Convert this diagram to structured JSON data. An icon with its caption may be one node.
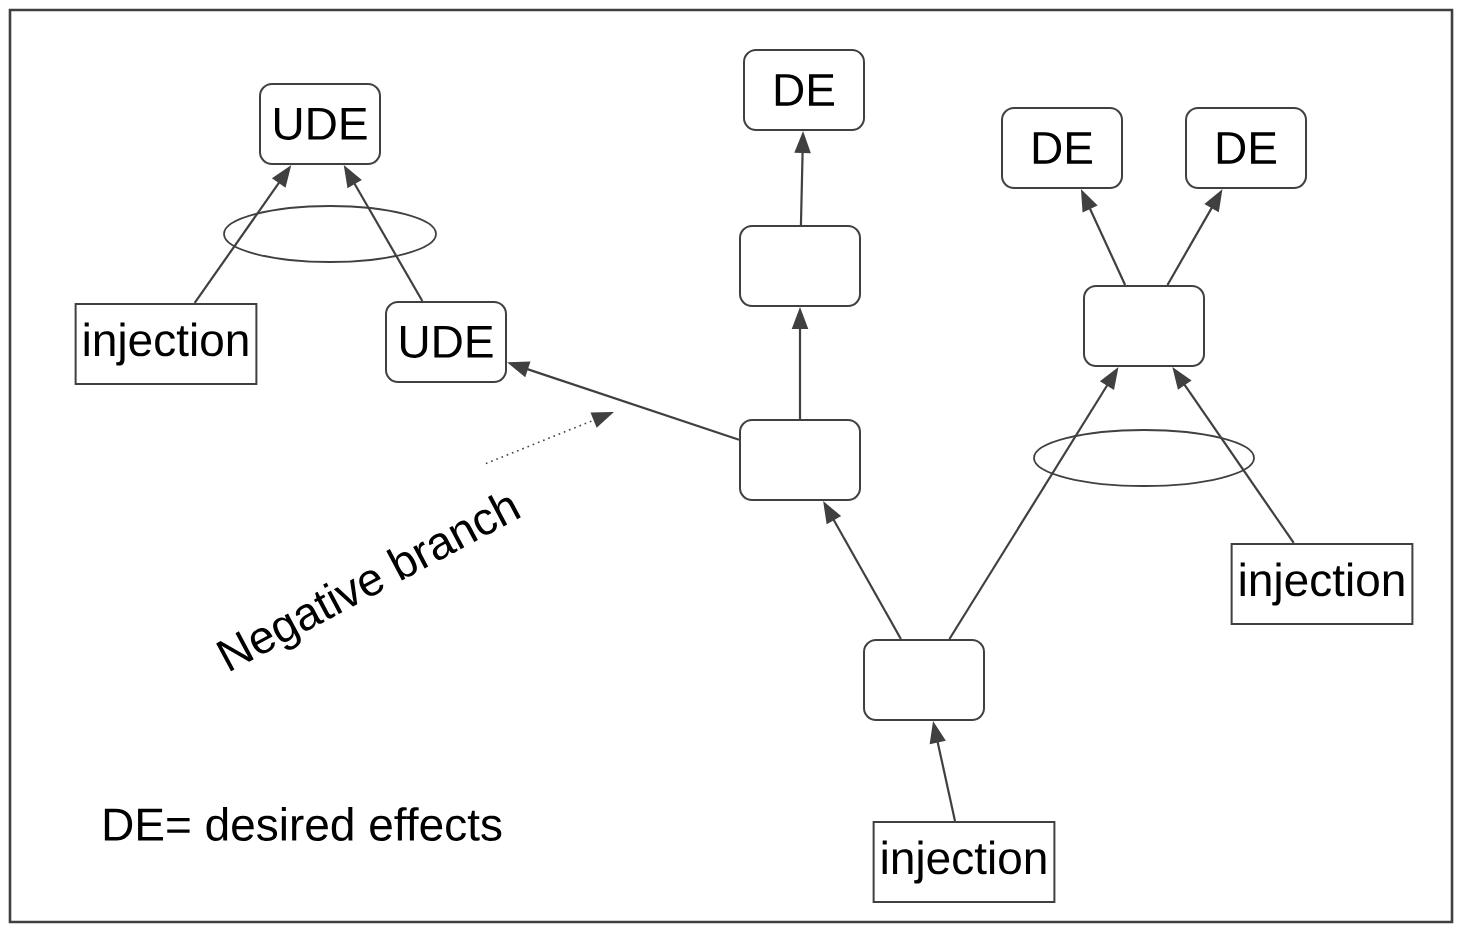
{
  "diagram": {
    "nodes": [
      {
        "text": [
          "UDE"
        ]
      },
      {
        "text": [
          "injection"
        ]
      },
      {
        "text": [
          "UDE"
        ]
      },
      {
        "text": [
          "DE"
        ]
      },
      {
        "text": [],
        "shape": "box"
      },
      {
        "text": [],
        "shape": "box"
      },
      {
        "text": [
          "DE"
        ]
      },
      {
        "text": [
          "DE"
        ]
      },
      {
        "text": [],
        "shape": "box"
      },
      {
        "text": [
          "injection"
        ]
      },
      {
        "text": [],
        "shape": "box"
      },
      {
        "text": [
          "injection"
        ]
      },
      {
        "text": [
          "Negative branch"
        ]
      }
    ],
    "edges": [
      {
        "from": 1,
        "to": 0,
        "arrow": "to"
      },
      {
        "from": 2,
        "to": 0,
        "arrow": "to"
      },
      {
        "from": 5,
        "to": 2,
        "arrow": "to"
      },
      {
        "from": 5,
        "to": 4,
        "arrow": "to"
      },
      {
        "from": 4,
        "to": 3,
        "arrow": "to"
      },
      {
        "from": 10,
        "to": 5,
        "arrow": "to"
      },
      {
        "from": 10,
        "to": 8,
        "arrow": "to"
      },
      {
        "from": 9,
        "to": 8,
        "arrow": "to"
      },
      {
        "from": 8,
        "to": 6,
        "arrow": "to"
      },
      {
        "from": 8,
        "to": 7,
        "arrow": "to"
      },
      {
        "from": 11,
        "to": 10,
        "arrow": "to"
      },
      {
        "from": 12,
        "to": null,
        "arrow": "to",
        "style": "dashed"
      }
    ],
    "labels": [
      "DE= desired effects"
    ]
  }
}
